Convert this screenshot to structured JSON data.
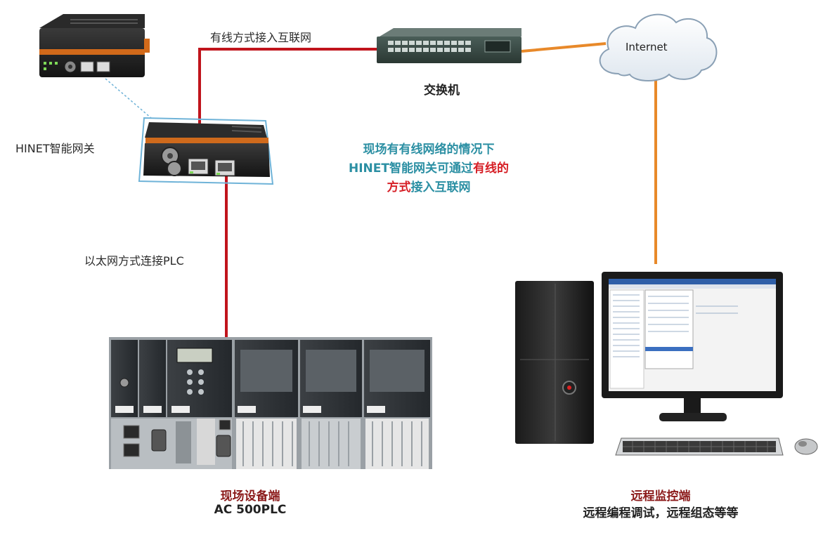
{
  "labels": {
    "wired_access": "有线方式接入互联网",
    "switch": "交换机",
    "internet": "Internet",
    "gateway": "HINET智能网关",
    "ethernet_plc": "以太网方式连接PLC",
    "plc_title": "现场设备端",
    "plc_model": "AC 500PLC",
    "remote_title": "远程监控端",
    "remote_desc": "远程编程调试，远程组态等等"
  },
  "note": {
    "line1": "现场有有线网络的情况下",
    "line2_part1": "HINET智能网关可通过",
    "line2_part2": "有线的",
    "line3_part1": "方式",
    "line3_part2": "接入互联网"
  },
  "colors": {
    "wire_red": "#c0141c",
    "wire_orange": "#e8892a",
    "note_teal": "#2b8fa3",
    "accent_red": "#d61f26",
    "title_dark_red": "#8b1a1a"
  }
}
